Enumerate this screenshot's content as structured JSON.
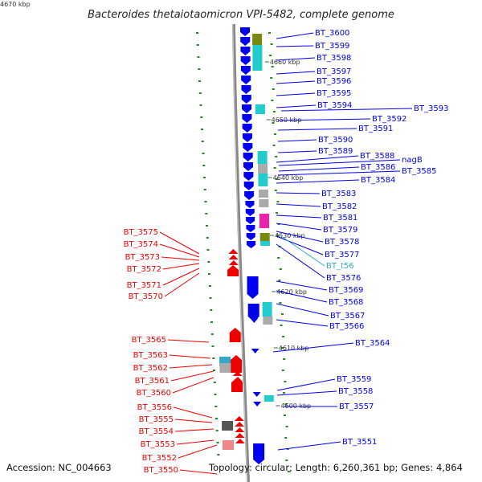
{
  "title": "Bacteroides thetaiotaomicron VPI-5482, complete genome",
  "footer": {
    "accession": "Accession: NC_004663",
    "summary": "Topology: circular; Length: 6,260,361 bp; Genes: 4,864"
  },
  "colors": {
    "forward_gene": "#0000ee",
    "reverse_gene": "#ee0000",
    "rna_gene": "#33aacc",
    "cds_feature": "#22cccc",
    "pseudo_feature": "#aaaaaa",
    "special_feature": "#ee22aa",
    "olive_feature": "#778811",
    "backbone": "#888888",
    "gc_tick": "#228822"
  },
  "kbp_markers": [
    "4670 kbp",
    "4660 kbp",
    "4650 kbp",
    "4640 kbp",
    "4630 kbp",
    "4620 kbp",
    "4610 kbp",
    "4600 kbp"
  ],
  "right_labels": [
    "BT_3600",
    "BT_3599",
    "BT_3598",
    "BT_3597",
    "BT_3596",
    "BT_3595",
    "BT_3594",
    "BT_3593",
    "BT_3592",
    "BT_3591",
    "BT_3590",
    "BT_3589",
    "BT_3588",
    "nagB",
    "BT_3586",
    "BT_3585",
    "BT_3584",
    "BT_3583",
    "BT_3582",
    "BT_3581",
    "BT_3579",
    "BT_3578",
    "BT_3577",
    "BT_t56",
    "BT_3576",
    "BT_3569",
    "BT_3568",
    "BT_3567",
    "BT_3566",
    "BT_3564",
    "BT_3559",
    "BT_3558",
    "BT_3557",
    "BT_3551"
  ],
  "left_labels": [
    "BT_3575",
    "BT_3574",
    "BT_3573",
    "BT_3572",
    "BT_3571",
    "BT_3570",
    "BT_3565",
    "BT_3563",
    "BT_3562",
    "BT_3561",
    "BT_3560",
    "BT_3556",
    "BT_3555",
    "BT_3554",
    "BT_3553",
    "BT_3552",
    "BT_3550"
  ]
}
